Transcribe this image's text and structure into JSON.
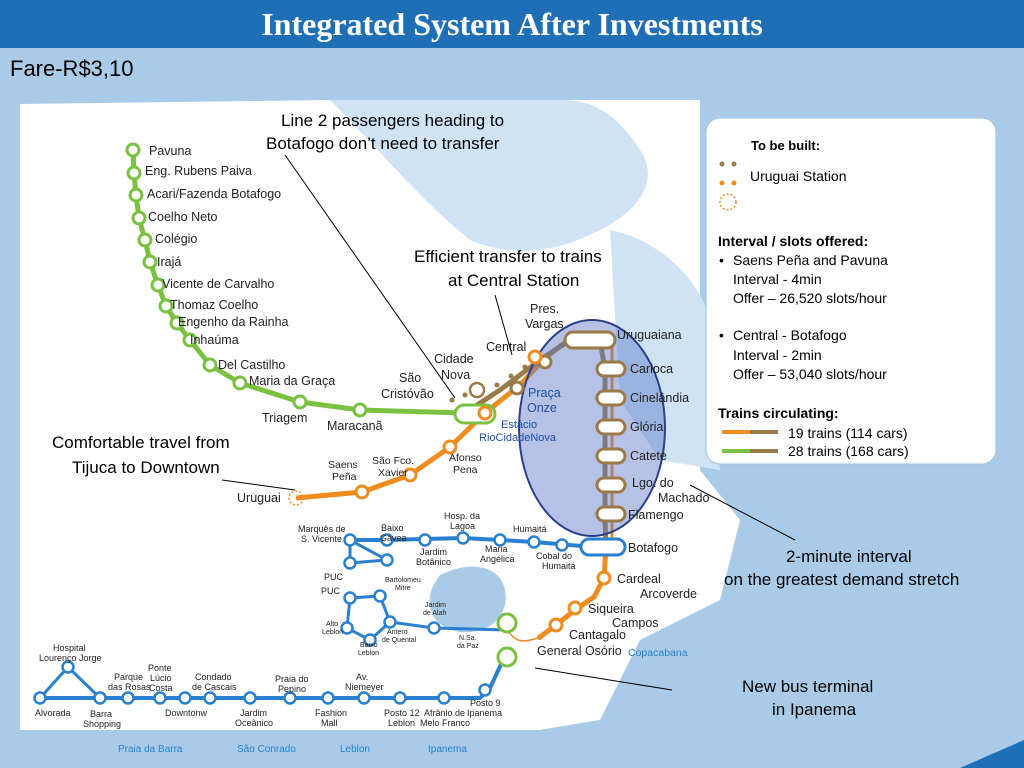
{
  "title": "Integrated  System After Investments",
  "fare": "Fare-R$3,10",
  "annotations": {
    "line2_a": "Line 2 passengers heading to",
    "line2_b": "Botafogo don’t need to transfer",
    "transfer_a": "Efficient transfer to trains",
    "transfer_b": "at Central Station",
    "tijuca_a": "Comfortable travel from",
    "tijuca_b": "Tijuca to Downtown",
    "interval_a": "2-minute interval",
    "interval_b": "on the greatest demand stretch",
    "bus_a": "New bus terminal",
    "bus_b": "in Ipanema"
  },
  "info_box": {
    "to_be_built": "To be built:",
    "uruguai_station": "Uruguai Station",
    "interval_title": "Interval / slots offered:",
    "r1": "Saens Peña and Pavuna",
    "r2": "Interval -     4min",
    "r3": "Offer – 26,520 slots/hour",
    "r4": "Central - Botafogo",
    "r5": "Interval - 2min",
    "r6": "Offer – 53,040 slots/hour",
    "trains_title": "Trains circulating:",
    "t1": "19 trains (114 cars)",
    "t2": "28 trains (168 cars)"
  },
  "line2_stations": [
    "Pavuna",
    "Eng. Rubens Paiva",
    "Acari/Fazenda Botafogo",
    "Coelho Neto",
    "Colégio",
    "Irajá",
    "Vicente de Carvalho",
    "Thomaz Coelho",
    "Engenho da Rainha",
    "Inhaúma",
    "Del Castilho",
    "Maria da Graça",
    "Triagem",
    "Maracanã",
    "São Cristóvão"
  ],
  "line1_stations": {
    "saens_a": "Saens",
    "saens_b": "Peña",
    "sfx_a": "São Fco.",
    "sfx_b": "Xavier",
    "afonso_a": "Afonso",
    "afonso_b": "Pena",
    "estacio": "Estácio",
    "riocidadenova": "RioCidadeNova",
    "praca_a": "Praça",
    "praca_b": "Onze",
    "central": "Central",
    "cidade_a": "Cidade",
    "cidade_b": "Nova",
    "pres_a": "Pres.",
    "pres_b": "Vargas",
    "uruguaiana": "Uruguaiana",
    "carioca": "Carioca",
    "cinelandia": "Cinelândia",
    "gloria": "Glória",
    "catete": "Catete",
    "largo_a": "Lgo. do",
    "largo_b": "Machado",
    "flamengo": "Flamengo",
    "botafogo": "Botafogo",
    "cardeal": "Cardeal",
    "arcoverde": "Arcoverde",
    "siqueira": "Siqueira",
    "campos": "Campos",
    "cantagalo": "Cantagalo",
    "general_osorio": "General Osório",
    "copacabana": "Copacabana",
    "uruguai": "Uruguai",
    "sao_a": "São",
    "sao_b": "Cristóvão"
  },
  "line4_stations": {
    "marques_a": "Marquês de",
    "marques_b": "S. Vicente",
    "baixo_a": "Baixo",
    "baixo_b": "Gávea",
    "hosp_a": "Hosp. da",
    "hosp_b": "Lagoa",
    "humaita": "Humaitá",
    "jardim_bot_a": "Jardim",
    "jardim_bot_b": "Botânico",
    "maria_a": "Maria",
    "maria_b": "Angélica",
    "cobal_a": "Cobal do",
    "cobal_b": "Humaitá",
    "puc1": "PUC",
    "puc2": "PUC",
    "bartolomeu_a": "Bartolomeu",
    "bartolomeu_b": "Mitre",
    "jardim_alah_a": "Jardim",
    "jardim_alah_b": "de Alah",
    "alto_a": "Alto",
    "alto_b": "Leblon",
    "antero_a": "Antero",
    "antero_b": "de Quental",
    "baixo_leblon_a": "Baixo",
    "baixo_leblon_b": "Leblon",
    "nsa_a": "N.Sa.",
    "nsa_b": "da Paz",
    "hospital_a": "Hospital",
    "hospital_b": "Lourenço Jorge",
    "parque_a": "Parque",
    "parque_b": "das Rosas",
    "ponte_a": "Ponte",
    "ponte_b": "Lúcio",
    "ponte_c": "Costa",
    "condado_a": "Condado",
    "condado_b": "de Cascais",
    "pepino_a": "Praia do",
    "pepino_b": "Pepino",
    "niemeyer_a": "Av.",
    "niemeyer_b": "Niemeyer",
    "alvorada": "Alvorada",
    "barra_a": "Barra",
    "barra_b": "Shopping",
    "downtown": "Downtonw",
    "jardim_oce_a": "Jardim",
    "jardim_oce_b": "Oceânico",
    "fashion_a": "Fashion",
    "fashion_b": "Mall",
    "posto12_a": "Posto 12",
    "posto12_b": "Leblon",
    "afranio_a": "Afrânio de",
    "afranio_b": "Melo Franco",
    "posto9_a": "Posto 9",
    "posto9_b": "Ipanema"
  },
  "beaches": [
    "Praia da Barra",
    "São Conrado",
    "Leblon",
    "Ipanema"
  ],
  "colors": {
    "line1": "#ef8c1f",
    "line2": "#7ac142",
    "line4": "#2a80d0",
    "brown": "#9b7a4a",
    "header": "#1f6fb6"
  }
}
